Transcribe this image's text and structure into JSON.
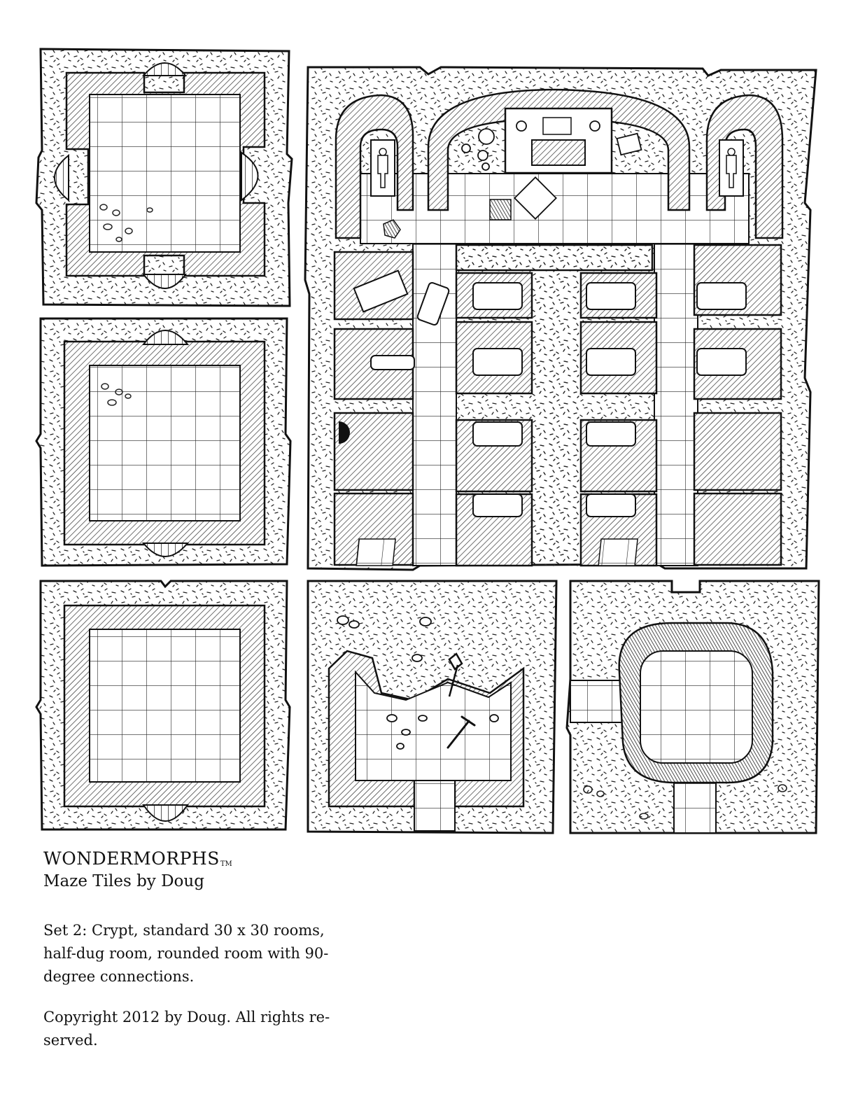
{
  "caption": {
    "brand": "WONDERMORPHS",
    "trademark": "TM",
    "subtitle": "Maze Tiles by Doug",
    "description_lines": [
      "Set 2: Crypt, standard 30 x 30 rooms,",
      "half-dug room,  rounded room with 90-",
      "degree connections."
    ],
    "copyright_lines": [
      "Copyright 2012 by Doug. All rights re-",
      "served."
    ]
  },
  "tiles": [
    {
      "id": "cross-room",
      "description_hidden": true
    },
    {
      "id": "crypt"
    },
    {
      "id": "standard-room-two-doors"
    },
    {
      "id": "standard-room-one-door"
    },
    {
      "id": "half-dug-room"
    },
    {
      "id": "rounded-room"
    }
  ],
  "colors": {
    "ink": "#111111",
    "paper": "#ffffff",
    "hatch": "#333333"
  }
}
